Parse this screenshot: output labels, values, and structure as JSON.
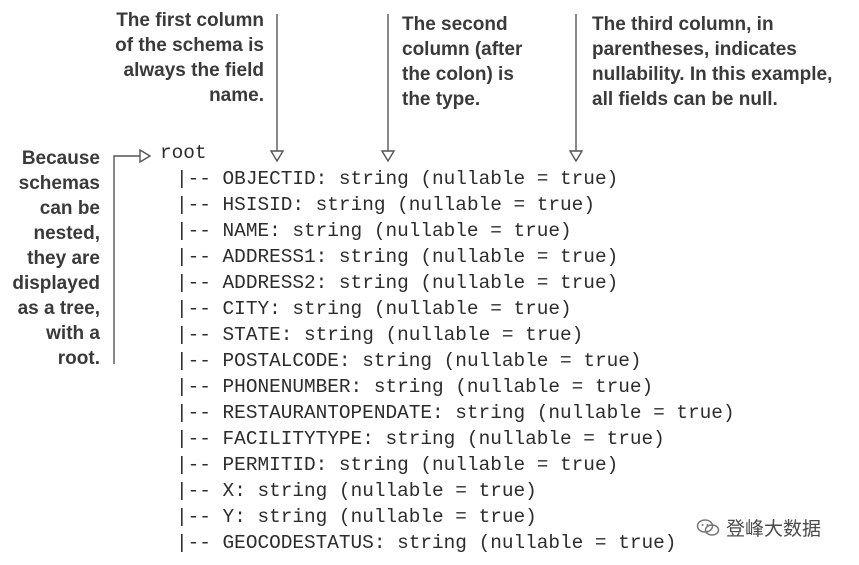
{
  "callouts": {
    "field_name": [
      "The first column",
      "of the schema is",
      "always the field",
      "name."
    ],
    "type": [
      "The second",
      "column (after",
      "the colon) is",
      "the type."
    ],
    "nullability": [
      "The third column, in",
      "parentheses, indicates",
      "nullability. In this example,",
      "all fields can be null."
    ],
    "tree": [
      "Because",
      "schemas",
      "can be",
      "nested,",
      "they are",
      "displayed",
      "as a tree,",
      "with a",
      "root."
    ]
  },
  "schema": {
    "root": "root",
    "prefix": "|-- ",
    "fields": [
      {
        "name": "OBJECTID",
        "type": "string",
        "nullable": "true"
      },
      {
        "name": "HSISID",
        "type": "string",
        "nullable": "true"
      },
      {
        "name": "NAME",
        "type": "string",
        "nullable": "true"
      },
      {
        "name": "ADDRESS1",
        "type": "string",
        "nullable": "true"
      },
      {
        "name": "ADDRESS2",
        "type": "string",
        "nullable": "true"
      },
      {
        "name": "CITY",
        "type": "string",
        "nullable": "true"
      },
      {
        "name": "STATE",
        "type": "string",
        "nullable": "true"
      },
      {
        "name": "POSTALCODE",
        "type": "string",
        "nullable": "true"
      },
      {
        "name": "PHONENUMBER",
        "type": "string",
        "nullable": "true"
      },
      {
        "name": "RESTAURANTOPENDATE",
        "type": "string",
        "nullable": "true"
      },
      {
        "name": "FACILITYTYPE",
        "type": "string",
        "nullable": "true"
      },
      {
        "name": "PERMITID",
        "type": "string",
        "nullable": "true"
      },
      {
        "name": "X",
        "type": "string",
        "nullable": "true"
      },
      {
        "name": "Y",
        "type": "string",
        "nullable": "true"
      },
      {
        "name": "GEOCODESTATUS",
        "type": "string",
        "nullable": "true"
      }
    ]
  },
  "watermark": {
    "text": "登峰大数据",
    "icon": "wechat-icon"
  }
}
